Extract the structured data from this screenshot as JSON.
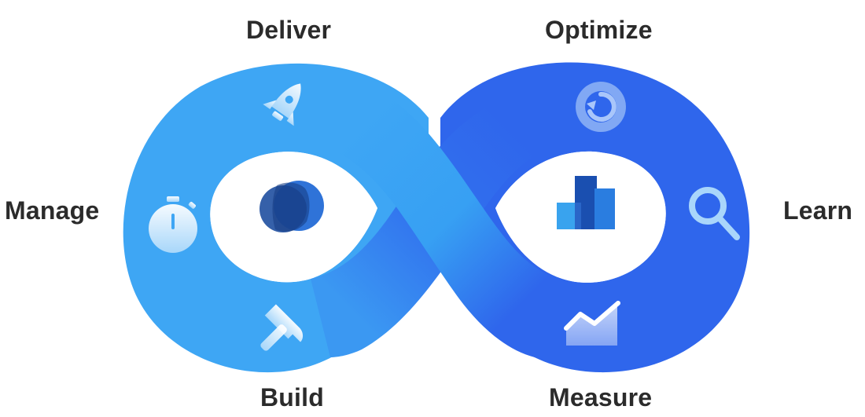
{
  "diagram": {
    "type": "infinity-loop-lifecycle",
    "stages": {
      "deliver": "Deliver",
      "optimize": "Optimize",
      "manage": "Manage",
      "learn": "Learn",
      "build": "Build",
      "measure": "Measure"
    },
    "icons": {
      "deliver": "rocket-icon",
      "manage": "stopwatch-icon",
      "build": "hammer-icon",
      "optimize": "refresh-icon",
      "learn": "magnifier-icon",
      "measure": "trend-chart-icon",
      "left_center": "overlapping-circles-logo-icon",
      "right_center": "bar-chart-logo-icon"
    },
    "colors": {
      "left_loop": "#3ea6f4",
      "right_loop": "#2f66ec",
      "label_text": "#2b2b2b",
      "logo_dark": "#1f4fa0",
      "logo_light": "#2f73d8",
      "bar_dark": "#1a4fb0",
      "bar_mid": "#2a7de0",
      "bar_light": "#39a3ee"
    }
  }
}
